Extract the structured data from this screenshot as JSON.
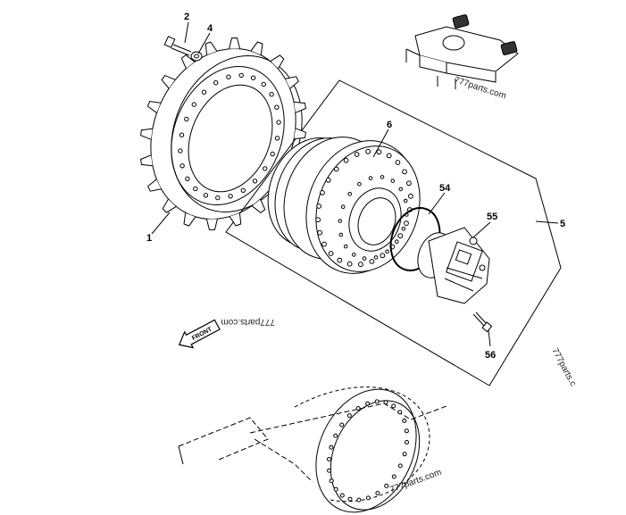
{
  "diagram": {
    "callouts": {
      "c1": "1",
      "c2": "2",
      "c4": "4",
      "c5": "5",
      "c6": "6",
      "c54": "54",
      "c55": "55",
      "c56": "56"
    },
    "front_label": "FRONT",
    "watermarks": {
      "wm_top": "777parts.com",
      "wm_mid": "777parts.com",
      "wm_right": "777parts.c",
      "wm_bottom": "777parts.com"
    }
  }
}
